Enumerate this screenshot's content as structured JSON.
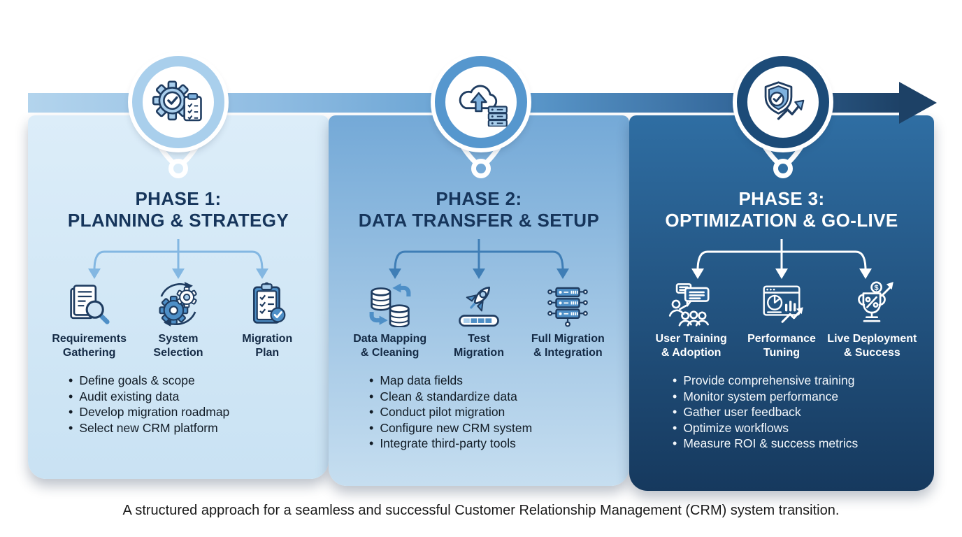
{
  "palette": {
    "panel1_top": "#DCEDF9",
    "panel1_bottom": "#C9E2F3",
    "panel2_top": "#74A9D7",
    "panel2_bottom": "#C6DEF0",
    "panel3_top": "#2F6EA3",
    "panel3_bottom": "#16395E",
    "ring1": "#A9CFEC",
    "ring2": "#5697CE",
    "ring3": "#1C4B78",
    "timeline_start": "#B3D4ED",
    "timeline_mid": "#5E9CCF",
    "timeline_end": "#1D4166",
    "connector1": "#83B7E2",
    "connector2": "#3F7EB6",
    "connector3": "#FFFFFF",
    "title_navy": "#16355B",
    "text_dark": "#142A45"
  },
  "phases": [
    {
      "title_line1": "PHASE 1:",
      "title_line2": "PLANNING & STRATEGY",
      "marker_icon": "gear-checklist-icon",
      "sub_items": [
        {
          "icon": "document-magnifier-icon",
          "label_line1": "Requirements",
          "label_line2": "Gathering"
        },
        {
          "icon": "gears-cycle-icon",
          "label_line1": "System",
          "label_line2": "Selection"
        },
        {
          "icon": "clipboard-check-icon",
          "label_line1": "Migration",
          "label_line2": "Plan"
        }
      ],
      "bullets": [
        "Define goals & scope",
        "Audit existing data",
        "Develop migration roadmap",
        "Select new CRM platform"
      ]
    },
    {
      "title_line1": "PHASE 2:",
      "title_line2": "DATA TRANSFER & SETUP",
      "marker_icon": "cloud-upload-server-icon",
      "sub_items": [
        {
          "icon": "database-transfer-icon",
          "label_line1": "Data Mapping",
          "label_line2": "& Cleaning"
        },
        {
          "icon": "rocket-progress-icon",
          "label_line1": "Test",
          "label_line2": "Migration"
        },
        {
          "icon": "server-network-icon",
          "label_line1": "Full Migration",
          "label_line2": "& Integration"
        }
      ],
      "bullets": [
        "Map data fields",
        "Clean & standardize data",
        "Conduct pilot migration",
        "Configure new CRM system",
        "Integrate third-party tools"
      ]
    },
    {
      "title_line1": "PHASE 3:",
      "title_line2": "OPTIMIZATION & GO-LIVE",
      "marker_icon": "shield-check-growth-icon",
      "sub_items": [
        {
          "icon": "training-people-icon",
          "label_line1": "User Training",
          "label_line2": "& Adoption"
        },
        {
          "icon": "analytics-dashboard-icon",
          "label_line1": "Performance",
          "label_line2": "Tuning"
        },
        {
          "icon": "trophy-success-icon",
          "label_line1": "Live Deployment",
          "label_line2": "& Success"
        }
      ],
      "bullets": [
        "Provide comprehensive training",
        "Monitor system performance",
        "Gather user feedback",
        "Optimize workflows",
        "Measure ROI & success metrics"
      ]
    }
  ],
  "caption": "A structured approach for a seamless and successful Customer Relationship Management (CRM) system transition."
}
